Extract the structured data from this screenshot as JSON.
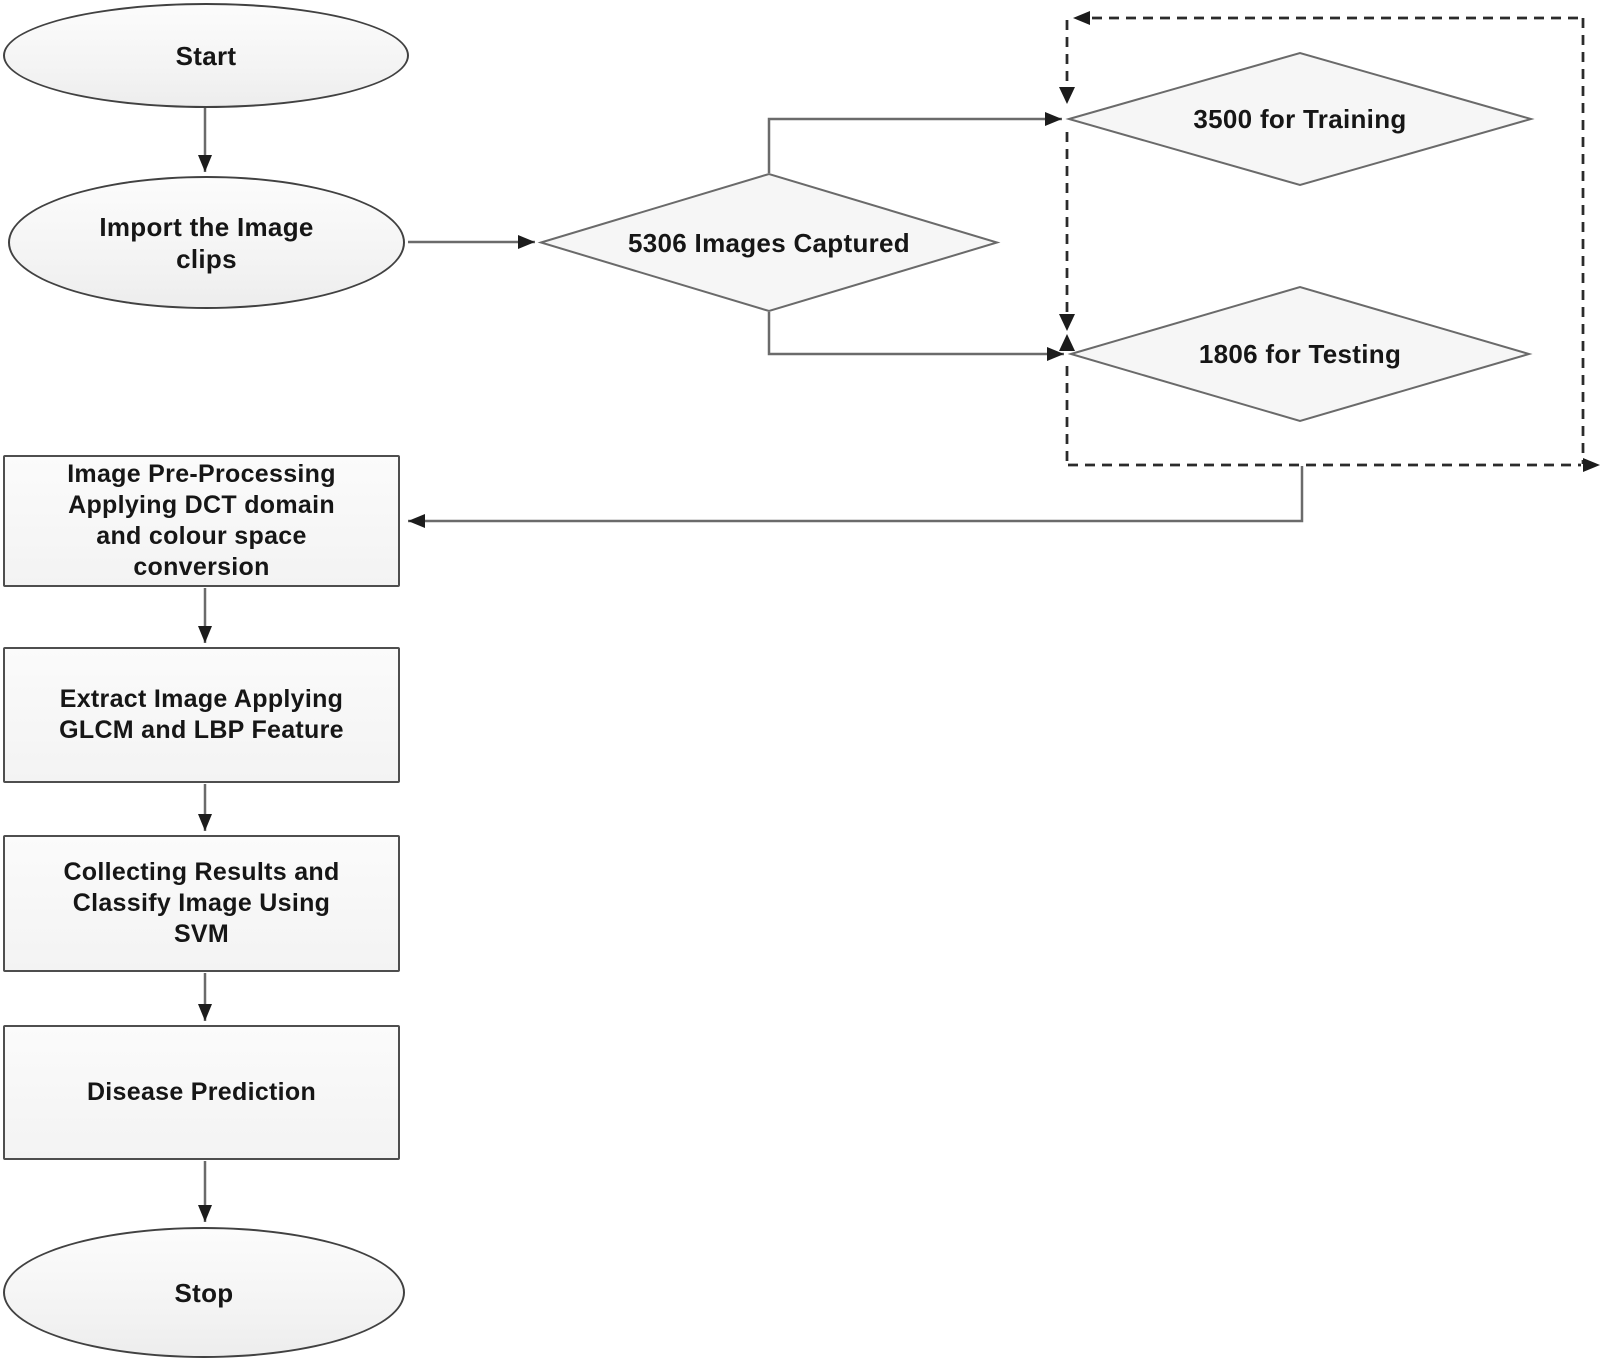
{
  "diagram": {
    "background": "#ffffff",
    "colors": {
      "node_fill": "#f6f6f6",
      "ellipse_border": "#414141",
      "rect_border": "#4e4e4e",
      "diamond_border": "#6a6a6a",
      "connector": "#6b6b6b",
      "dashed_connector": "#2b2b2b",
      "arrowhead": "#1c1c1c",
      "text": "#161616"
    },
    "nodes": {
      "start": {
        "shape": "ellipse",
        "label": "Start"
      },
      "import_clips": {
        "shape": "ellipse",
        "label": [
          "Import the Image",
          "clips"
        ]
      },
      "images_captured": {
        "shape": "diamond",
        "label": "5306 Images Captured"
      },
      "training": {
        "shape": "diamond",
        "label": "3500 for Training"
      },
      "testing": {
        "shape": "diamond",
        "label": "1806 for Testing"
      },
      "preprocessing": {
        "shape": "rect",
        "label": [
          "Image Pre-Processing",
          "Applying DCT domain",
          "and colour space",
          "conversion"
        ]
      },
      "extract": {
        "shape": "rect",
        "label": [
          "Extract Image Applying",
          "GLCM and LBP Feature"
        ]
      },
      "collect": {
        "shape": "rect",
        "label": [
          "Collecting Results and",
          "Classify Image Using",
          "SVM"
        ]
      },
      "predict": {
        "shape": "rect",
        "label": "Disease Prediction"
      },
      "stop": {
        "shape": "ellipse",
        "label": "Stop"
      }
    },
    "edges": [
      {
        "from": "start",
        "to": "import_clips",
        "style": "solid-arrow"
      },
      {
        "from": "import_clips",
        "to": "images_captured",
        "style": "solid-arrow"
      },
      {
        "from": "images_captured",
        "to": "training",
        "style": "solid-arrow"
      },
      {
        "from": "images_captured",
        "to": "testing",
        "style": "solid-arrow"
      },
      {
        "from": "dashed-group-boundary",
        "to": "training",
        "style": "dashed-arrow"
      },
      {
        "from": "dashed-group-boundary",
        "to": "testing",
        "style": "dashed-arrow"
      },
      {
        "from": "dashed-group-boundary",
        "to": "preprocessing",
        "style": "solid-arrow"
      },
      {
        "from": "preprocessing",
        "to": "extract",
        "style": "solid-arrow"
      },
      {
        "from": "extract",
        "to": "collect",
        "style": "solid-arrow"
      },
      {
        "from": "collect",
        "to": "predict",
        "style": "solid-arrow"
      },
      {
        "from": "predict",
        "to": "stop",
        "style": "solid-arrow"
      }
    ]
  }
}
